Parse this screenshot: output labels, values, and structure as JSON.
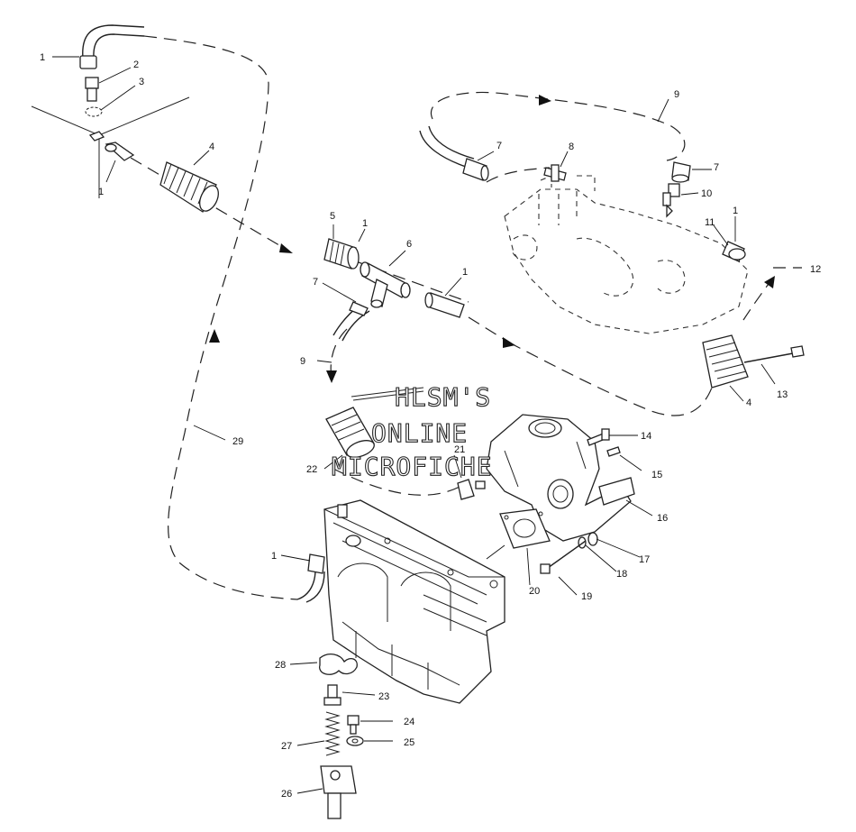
{
  "watermark": {
    "line1": "HLSM'S",
    "line2": "ONLINE",
    "line3": "MICROFICHE"
  },
  "callouts": [
    {
      "id": "c1a",
      "text": "1"
    },
    {
      "id": "c2",
      "text": "2"
    },
    {
      "id": "c3",
      "text": "3"
    },
    {
      "id": "c4a",
      "text": "4"
    },
    {
      "id": "c1b",
      "text": "1"
    },
    {
      "id": "c5",
      "text": "5"
    },
    {
      "id": "c1c",
      "text": "1"
    },
    {
      "id": "c6",
      "text": "6"
    },
    {
      "id": "c7a",
      "text": "7"
    },
    {
      "id": "c1d",
      "text": "1"
    },
    {
      "id": "c9a",
      "text": "9"
    },
    {
      "id": "c9b",
      "text": "9"
    },
    {
      "id": "c7b",
      "text": "7"
    },
    {
      "id": "c8",
      "text": "8"
    },
    {
      "id": "c7c",
      "text": "7"
    },
    {
      "id": "c10",
      "text": "10"
    },
    {
      "id": "c1e",
      "text": "1"
    },
    {
      "id": "c11",
      "text": "11"
    },
    {
      "id": "c12",
      "text": "12"
    },
    {
      "id": "c13",
      "text": "13"
    },
    {
      "id": "c4b",
      "text": "4"
    },
    {
      "id": "c29",
      "text": "29"
    },
    {
      "id": "c22",
      "text": "22"
    },
    {
      "id": "c21",
      "text": "21"
    },
    {
      "id": "c14",
      "text": "14"
    },
    {
      "id": "c15",
      "text": "15"
    },
    {
      "id": "c16",
      "text": "16"
    },
    {
      "id": "c17",
      "text": "17"
    },
    {
      "id": "c18",
      "text": "18"
    },
    {
      "id": "c19",
      "text": "19"
    },
    {
      "id": "c20",
      "text": "20"
    },
    {
      "id": "c1f",
      "text": "1"
    },
    {
      "id": "c28",
      "text": "28"
    },
    {
      "id": "c23",
      "text": "23"
    },
    {
      "id": "c24",
      "text": "24"
    },
    {
      "id": "c25",
      "text": "25"
    },
    {
      "id": "c27",
      "text": "27"
    },
    {
      "id": "c26",
      "text": "26"
    }
  ]
}
